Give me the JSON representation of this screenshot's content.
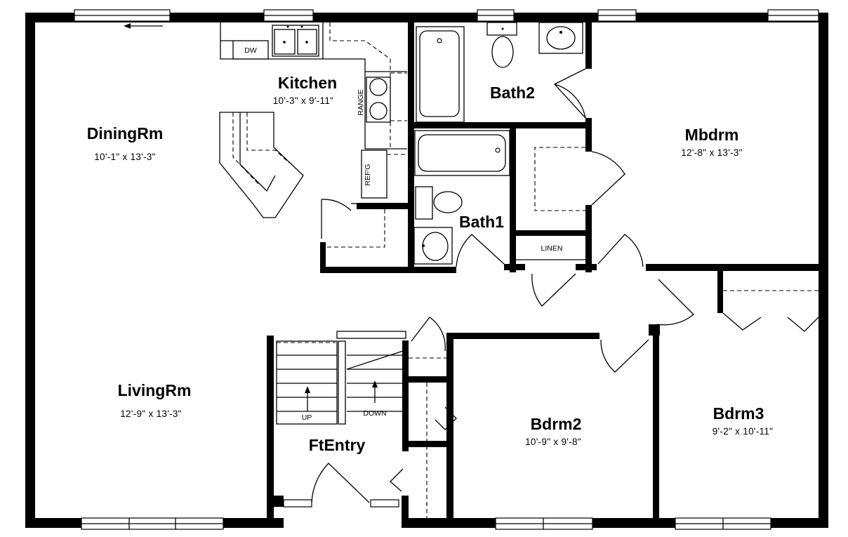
{
  "rooms": {
    "dining": {
      "name": "DiningRm",
      "dims": "10'-1\" x 13'-3\""
    },
    "kitchen": {
      "name": "Kitchen",
      "dims": "10'-3\" x 9'-11\""
    },
    "bath2": {
      "name": "Bath2"
    },
    "mbdrm": {
      "name": "Mbdrm",
      "dims": "12'-8\" x 13'-3\""
    },
    "bath1": {
      "name": "Bath1"
    },
    "living": {
      "name": "LivingRm",
      "dims": "12'-9\" x 13'-3\""
    },
    "ftentry": {
      "name": "FtEntry"
    },
    "bdrm2": {
      "name": "Bdrm2",
      "dims": "10'-9\" x 9'-8\""
    },
    "bdrm3": {
      "name": "Bdrm3",
      "dims": "9'-2\" x 10'-11\""
    }
  },
  "labels": {
    "dw": "DW",
    "range": "RANGE",
    "refg": "REF'G",
    "linen": "LINEN",
    "up": "UP",
    "down": "DOWN"
  }
}
